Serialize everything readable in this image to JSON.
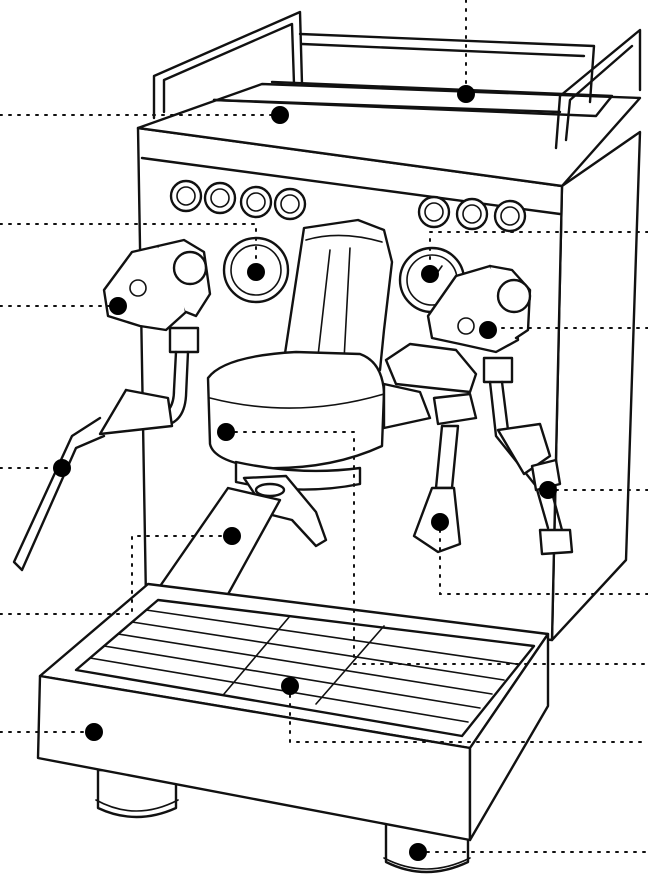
{
  "diagram": {
    "subject": "espresso-machine",
    "style": "line-art",
    "colors": {
      "line": "#111111",
      "fill": "#ffffff",
      "marker": "#000000"
    },
    "callout_count": 14,
    "labels": []
  }
}
